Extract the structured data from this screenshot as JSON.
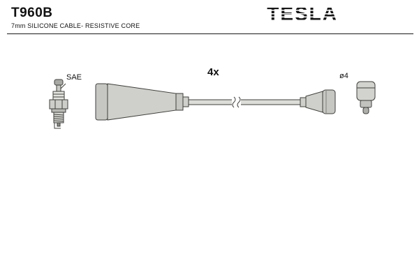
{
  "header": {
    "part_number": "T960B",
    "description": "7mm SILICONE CABLE- RESISTIVE CORE",
    "brand": "TESLA"
  },
  "diagram": {
    "quantity_label": "4x",
    "sae_label": "SAE",
    "diameter_label": "ø4"
  },
  "colors": {
    "line": "#3f3f3c",
    "fill_light": "#dcdcd8",
    "fill_mid": "#cfcfcb",
    "fill_dark": "#b9b9b5",
    "text": "#111111"
  }
}
